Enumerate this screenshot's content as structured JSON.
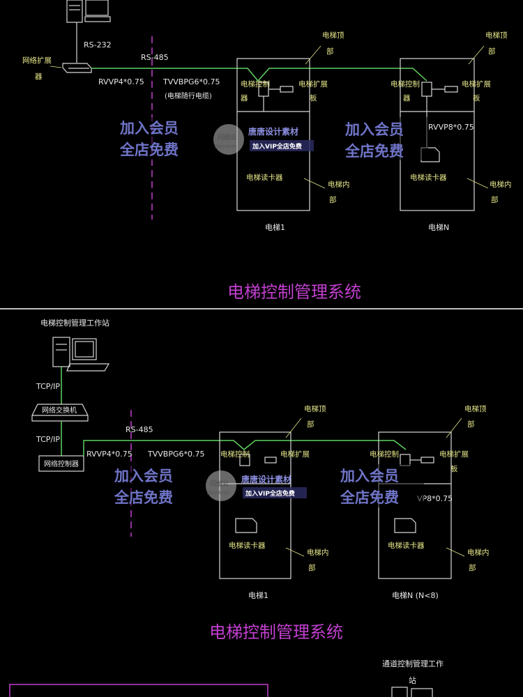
{
  "diagram1": {
    "rs232": "RS-232",
    "rs485": "RS-485",
    "net_ext_a": "网络扩展",
    "net_ext_b": "器",
    "cable1": "RVVP4*0.75",
    "cable2": "TVVBPG6*0.75",
    "cable2_note": "(电梯随行电缆)",
    "cable3": "RVVP8*0.75",
    "top1_a": "电梯顶",
    "top1_b": "部",
    "top2_a": "电梯顶",
    "top2_b": "部",
    "ctrl1_a": "电梯控制",
    "ctrl1_b": "器",
    "ctrl2_a": "电梯控制",
    "ctrl2_b": "器",
    "ext1_a": "电梯扩展",
    "ext1_b": "板",
    "ext2_a": "电梯扩展",
    "ext2_b": "板",
    "reader1": "电梯读卡器",
    "reader2": "电梯读卡器",
    "inner1_a": "电梯内",
    "inner1_b": "部",
    "inner2_a": "电梯内",
    "inner2_b": "部",
    "elev1": "电梯1",
    "elevN": "电梯N",
    "title": "电梯控制管理系统"
  },
  "diagram2": {
    "workstation": "电梯控制管理工作站",
    "tcpip1": "TCP/IP",
    "tcpip2": "TCP/IP",
    "switch": "网络交换机",
    "controller": "网络控制器",
    "rs485": "RS-485",
    "cable1": "RVVP4*0.75",
    "cable2": "TVVBPG6*0.75",
    "cable3": "VP8*0.75",
    "top1_a": "电梯顶",
    "top1_b": "部",
    "top2_a": "电梯顶",
    "top2_b": "部",
    "ctrl1": "电梯控制",
    "ctrl2": "电梯控制",
    "ext1": "电梯扩展",
    "ext2_a": "电梯扩展",
    "ext2_b": "板",
    "reader1": "电梯读卡器",
    "reader2": "电梯读卡器",
    "inner1_a": "电梯内",
    "inner1_b": "部",
    "inner2_a": "电梯内",
    "inner2_b": "部",
    "elev1": "电梯1",
    "elevN": "电梯N (N<8)",
    "title": "电梯控制管理系统"
  },
  "diagram3": {
    "station_a": "通道控制管理工作",
    "station_b": "站"
  },
  "watermark": {
    "promo_a": "加入会员",
    "promo_b": "全店免费",
    "logo": "闪创云",
    "logo_sub": "国际分类43类",
    "brand": "唐唐设计素材",
    "vip": "加入VIP全店免费"
  },
  "colors": {
    "background": "#000000",
    "line_white": "#d8d8d8",
    "line_green": "#5fd35f",
    "label_yellow": "#e6e68a",
    "title_magenta": "#c23fd0",
    "divider": "#ffffff"
  }
}
